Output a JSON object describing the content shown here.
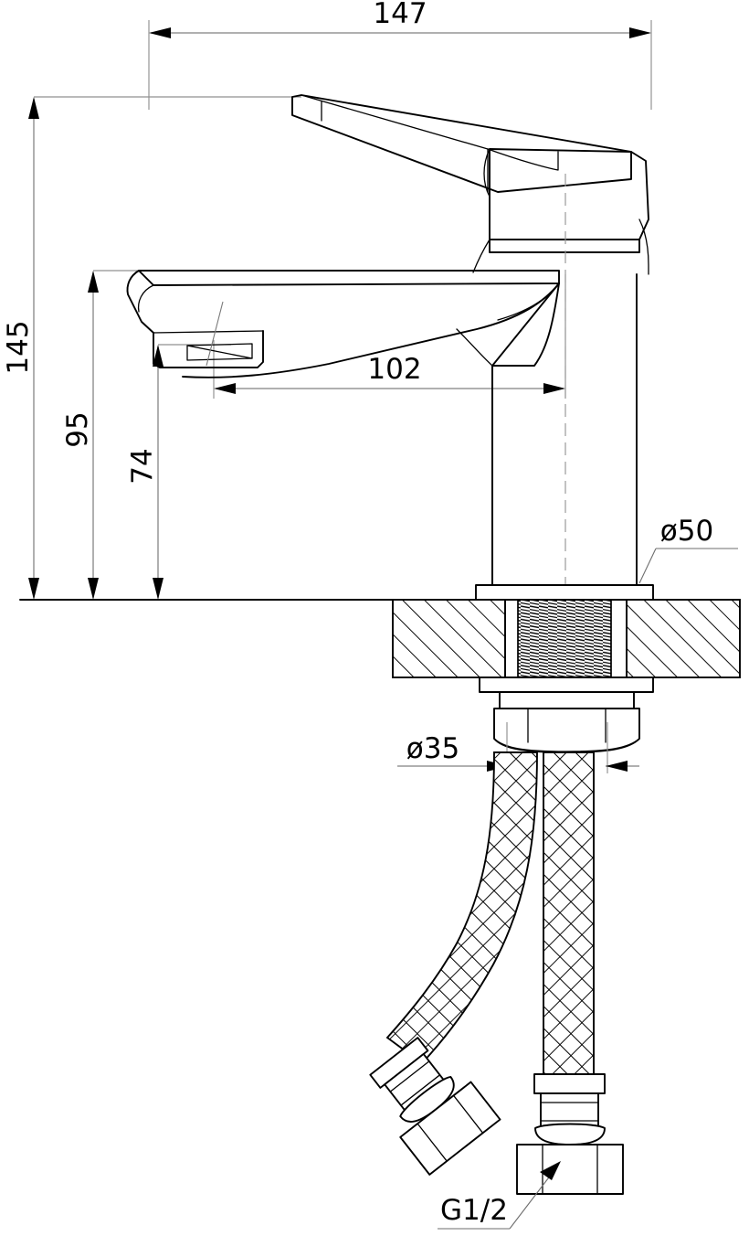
{
  "drawing": {
    "title": "Basin Mixer Tap Technical Dimension Drawing",
    "units": "mm",
    "background_color": "#ffffff",
    "line_color": "#000000",
    "dimension_line_color": "#808080"
  },
  "dimensions": {
    "overall_width": {
      "label": "147",
      "name": "overall-width",
      "orientation": "horizontal",
      "position": "top"
    },
    "overall_height": {
      "label": "145",
      "name": "overall-height",
      "orientation": "vertical",
      "position": "left"
    },
    "spout_height": {
      "label": "95",
      "name": "spout-top-height",
      "orientation": "vertical",
      "position": "left"
    },
    "aerator_height": {
      "label": "74",
      "name": "aerator-height",
      "orientation": "vertical",
      "position": "left"
    },
    "spout_reach": {
      "label": "102",
      "name": "spout-reach",
      "orientation": "horizontal",
      "position": "middle"
    },
    "base_diameter": {
      "label": "ø50",
      "name": "base-diameter",
      "orientation": "leader",
      "position": "right"
    },
    "shank_diameter": {
      "label": "ø35",
      "name": "shank-diameter",
      "orientation": "horizontal",
      "position": "lower"
    },
    "thread_size": {
      "label": "G1/2",
      "name": "hose-thread-size",
      "orientation": "leader",
      "position": "bottom"
    }
  },
  "parts": {
    "lever_handle": "lever-handle",
    "cartridge_housing": "cartridge-housing",
    "spout": "spout",
    "aerator": "aerator-outlet",
    "body_column": "body-column",
    "escutcheon": "escutcheon-base",
    "mounting_deck": "mounting-deck",
    "threaded_shank": "threaded-shank",
    "washer": "mounting-washer",
    "hex_nut": "mounting-hex-nut",
    "hose_left": "braided-hose-left",
    "hose_right": "braided-hose-right",
    "hose_fitting_left": "hose-fitting-left",
    "hose_fitting_right": "hose-fitting-right"
  }
}
